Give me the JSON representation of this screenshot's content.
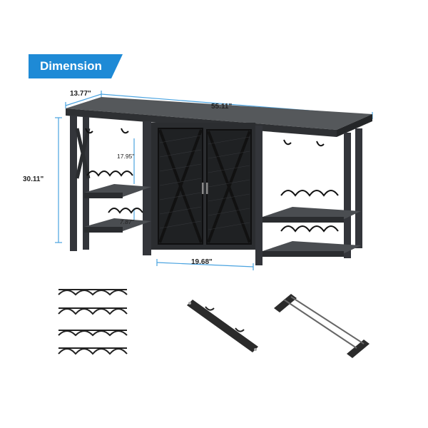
{
  "badge": {
    "label": "Dimension",
    "color": "#1e8ad6"
  },
  "dimensions": {
    "depth": "13.77\"",
    "width": "55.11\"",
    "height": "30.11\"",
    "shelf_height": "17.95\"",
    "lower_shelf": "7.87\"",
    "cabinet_width": "19.68\""
  },
  "colors": {
    "wood": "#3a3c3f",
    "wood_dark": "#26282a",
    "dim_line": "#4aa3e0",
    "metal": "#1c1c1c"
  },
  "icons": [
    "wine-rack-part-icon",
    "glass-holder-bar-icon",
    "stemware-rack-icon"
  ]
}
